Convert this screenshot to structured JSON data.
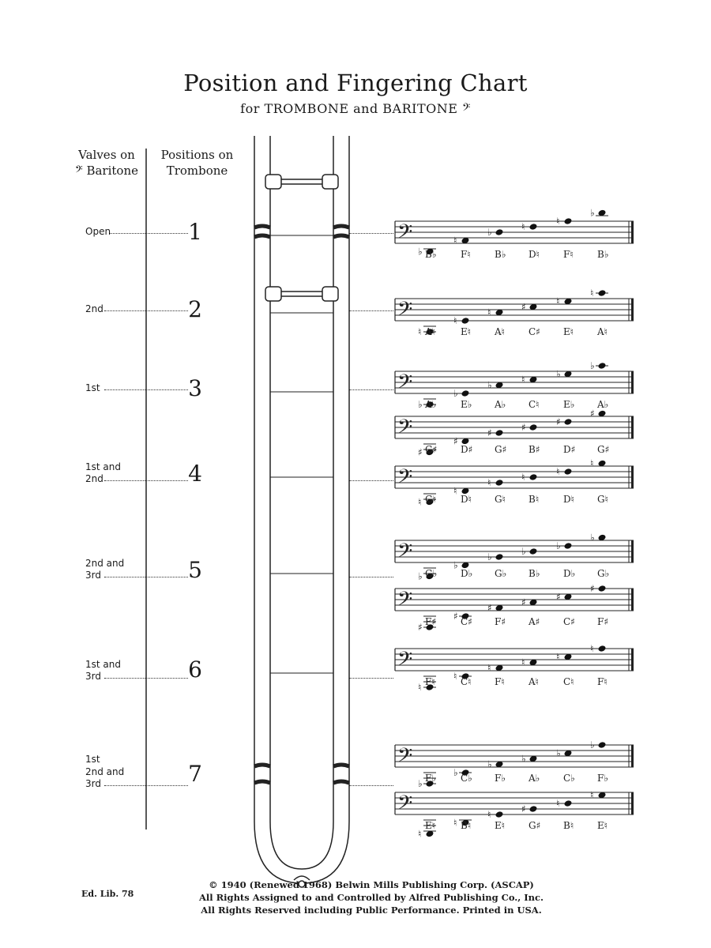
{
  "header": {
    "title": "Position and Fingering Chart",
    "subtitle": "for TROMBONE and BARITONE",
    "subtitle_clef": "𝄢"
  },
  "columns": {
    "valves_line1": "Valves on",
    "valves_line2": "Baritone",
    "valves_clef": "𝄢",
    "positions_line1": "Positions on",
    "positions_line2": "Trombone"
  },
  "positions": [
    {
      "number": "1",
      "valves": [
        "Open"
      ],
      "staves": [
        {
          "notes": [
            {
              "name": "B♭",
              "step": -3,
              "acc": "♭"
            },
            {
              "name": "F♮",
              "step": 1,
              "acc": "♮"
            },
            {
              "name": "B♭",
              "step": 4,
              "acc": "♭"
            },
            {
              "name": "D♮",
              "step": 6,
              "acc": "♮"
            },
            {
              "name": "F♮",
              "step": 8,
              "acc": "♮"
            },
            {
              "name": "B♭",
              "step": 11,
              "acc": "♭"
            }
          ]
        }
      ]
    },
    {
      "number": "2",
      "valves": [
        "2nd"
      ],
      "staves": [
        {
          "notes": [
            {
              "name": "A♮",
              "step": -4,
              "acc": "♮"
            },
            {
              "name": "E♮",
              "step": 0,
              "acc": "♮"
            },
            {
              "name": "A♮",
              "step": 3,
              "acc": "♮"
            },
            {
              "name": "C♯",
              "step": 5,
              "acc": "♯"
            },
            {
              "name": "E♮",
              "step": 7,
              "acc": "♮"
            },
            {
              "name": "A♮",
              "step": 10,
              "acc": "♮"
            }
          ]
        }
      ]
    },
    {
      "number": "3",
      "valves": [
        "1st"
      ],
      "staves": [
        {
          "notes": [
            {
              "name": "A♭",
              "step": -4,
              "acc": "♭"
            },
            {
              "name": "E♭",
              "step": 0,
              "acc": "♭"
            },
            {
              "name": "A♭",
              "step": 3,
              "acc": "♭"
            },
            {
              "name": "C♮",
              "step": 5,
              "acc": "♮"
            },
            {
              "name": "E♭",
              "step": 7,
              "acc": "♭"
            },
            {
              "name": "A♭",
              "step": 10,
              "acc": "♭"
            }
          ]
        },
        {
          "notes": [
            {
              "name": "G♯",
              "step": -5,
              "acc": "♯"
            },
            {
              "name": "D♯",
              "step": -1,
              "acc": "♯"
            },
            {
              "name": "G♯",
              "step": 2,
              "acc": "♯"
            },
            {
              "name": "B♯",
              "step": 4,
              "acc": "♯"
            },
            {
              "name": "D♯",
              "step": 6,
              "acc": "♯"
            },
            {
              "name": "G♯",
              "step": 9,
              "acc": "♯"
            }
          ]
        }
      ]
    },
    {
      "number": "4",
      "valves": [
        "1st and",
        "2nd"
      ],
      "staves": [
        {
          "notes": [
            {
              "name": "G♮",
              "step": -5,
              "acc": "♮"
            },
            {
              "name": "D♮",
              "step": -1,
              "acc": "♮"
            },
            {
              "name": "G♮",
              "step": 2,
              "acc": "♮"
            },
            {
              "name": "B♮",
              "step": 4,
              "acc": "♮"
            },
            {
              "name": "D♮",
              "step": 6,
              "acc": "♮"
            },
            {
              "name": "G♮",
              "step": 9,
              "acc": "♮"
            }
          ]
        }
      ]
    },
    {
      "number": "5",
      "valves": [
        "2nd and",
        "3rd"
      ],
      "staves": [
        {
          "notes": [
            {
              "name": "G♭",
              "step": -5,
              "acc": "♭"
            },
            {
              "name": "D♭",
              "step": -1,
              "acc": "♭"
            },
            {
              "name": "G♭",
              "step": 2,
              "acc": "♭"
            },
            {
              "name": "B♭",
              "step": 4,
              "acc": "♭"
            },
            {
              "name": "D♭",
              "step": 6,
              "acc": "♭"
            },
            {
              "name": "G♭",
              "step": 9,
              "acc": "♭"
            }
          ]
        },
        {
          "notes": [
            {
              "name": "F♯",
              "step": -6,
              "acc": "♯"
            },
            {
              "name": "C♯",
              "step": -2,
              "acc": "♯"
            },
            {
              "name": "F♯",
              "step": 1,
              "acc": "♯"
            },
            {
              "name": "A♯",
              "step": 3,
              "acc": "♯"
            },
            {
              "name": "C♯",
              "step": 5,
              "acc": "♯"
            },
            {
              "name": "F♯",
              "step": 8,
              "acc": "♯"
            }
          ]
        }
      ]
    },
    {
      "number": "6",
      "valves": [
        "1st and",
        "3rd"
      ],
      "staves": [
        {
          "notes": [
            {
              "name": "F♮",
              "step": -6,
              "acc": "♮"
            },
            {
              "name": "C♮",
              "step": -2,
              "acc": "♮"
            },
            {
              "name": "F♮",
              "step": 1,
              "acc": "♮"
            },
            {
              "name": "A♮",
              "step": 3,
              "acc": "♮"
            },
            {
              "name": "C♮",
              "step": 5,
              "acc": "♮"
            },
            {
              "name": "F♮",
              "step": 8,
              "acc": "♮"
            }
          ]
        }
      ]
    },
    {
      "number": "7",
      "valves": [
        "1st",
        "2nd and",
        "3rd"
      ],
      "staves": [
        {
          "notes": [
            {
              "name": "F♭",
              "step": -6,
              "acc": "♭"
            },
            {
              "name": "C♭",
              "step": -2,
              "acc": "♭"
            },
            {
              "name": "F♭",
              "step": 1,
              "acc": "♭"
            },
            {
              "name": "A♭",
              "step": 3,
              "acc": "♭"
            },
            {
              "name": "C♭",
              "step": 5,
              "acc": "♭"
            },
            {
              "name": "F♭",
              "step": 8,
              "acc": "♭"
            }
          ]
        },
        {
          "notes": [
            {
              "name": "E♮",
              "step": -7,
              "acc": "♮"
            },
            {
              "name": "B♮",
              "step": -3,
              "acc": "♮"
            },
            {
              "name": "E♮",
              "step": 0,
              "acc": "♮"
            },
            {
              "name": "G♯",
              "step": 2,
              "acc": "♯"
            },
            {
              "name": "B♮",
              "step": 4,
              "acc": "♮"
            },
            {
              "name": "E♮",
              "step": 7,
              "acc": "♮"
            }
          ]
        }
      ]
    }
  ],
  "footer": {
    "edition": "Ed. Lib. 78",
    "copyright": [
      "© 1940 (Renewed 1968) Belwin Mills Publishing Corp. (ASCAP)",
      "All Rights Assigned to and Controlled by Alfred Publishing Co., Inc.",
      "All Rights Reserved including Public Performance.  Printed in USA."
    ]
  }
}
